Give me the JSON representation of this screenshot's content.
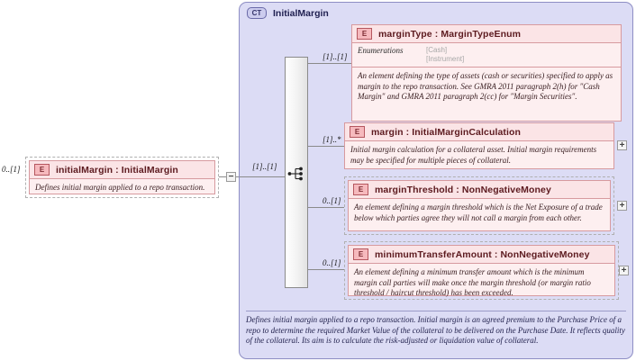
{
  "colors": {
    "element_fill": "#fdeff0",
    "element_border": "#d79a9f",
    "element_title": "#5c1a1f",
    "complextype_fill": "#dcdcf5",
    "complextype_border": "#8d8dc4",
    "connector_line": "#8a8a8a"
  },
  "root_element": {
    "cardinality": "0..[1]",
    "icon": "E",
    "title": "initialMargin : InitialMargin",
    "description": "Defines initial margin applied to a repo transaction.",
    "toggle": "−"
  },
  "complex_type": {
    "icon": "CT",
    "title": "InitialMargin",
    "compositor": "sequence",
    "compositor_cardinality": "[1]..[1]",
    "footer_description": "Defines initial margin applied to a repo transaction. Initial margin is an agreed premium to the Purchase Price of a repo to determine the required Market Value of the collateral to be delivered on the Purchase Date. It reflects quality of the collateral. Its aim is to calculate the risk-adjusted or liquidation value of collateral."
  },
  "children": [
    {
      "cardinality": "[1]..[1]",
      "optional": false,
      "icon": "E",
      "title": "marginType : MarginTypeEnum",
      "enumerations_label": "Enumerations",
      "enumerations": [
        "[Cash]",
        "[Instrument]"
      ],
      "description": "An element defining the type of assets (cash or securities) specified to apply as margin to the repo transaction. See GMRA 2011 paragraph 2(h) for \"Cash Margin\" and GMRA 2011 paragraph 2(cc) for \"Margin Securities\".",
      "expand": null
    },
    {
      "cardinality": "[1]..*",
      "optional": false,
      "icon": "E",
      "title": "margin    : InitialMarginCalculation",
      "description": "Initial margin calculation for a collateral asset. Initial margin requirements may be specified for multiple pieces of collateral.",
      "expand": "+"
    },
    {
      "cardinality": "0..[1]",
      "optional": true,
      "icon": "E",
      "title": "marginThreshold : NonNegativeMoney",
      "description": "An element defining a margin threshold which is the Net Exposure of a trade below which parties agree they will not call a margin from each other.",
      "expand": "+"
    },
    {
      "cardinality": "0..[1]",
      "optional": true,
      "icon": "E",
      "title": "minimumTransferAmount : NonNegativeMoney",
      "description": "An element defining a minimum transfer amount which is the minimum margin call parties will make once the margin threshold (or margin ratio threshold / haircut threshold) has been exceeded.",
      "expand": "+"
    }
  ]
}
